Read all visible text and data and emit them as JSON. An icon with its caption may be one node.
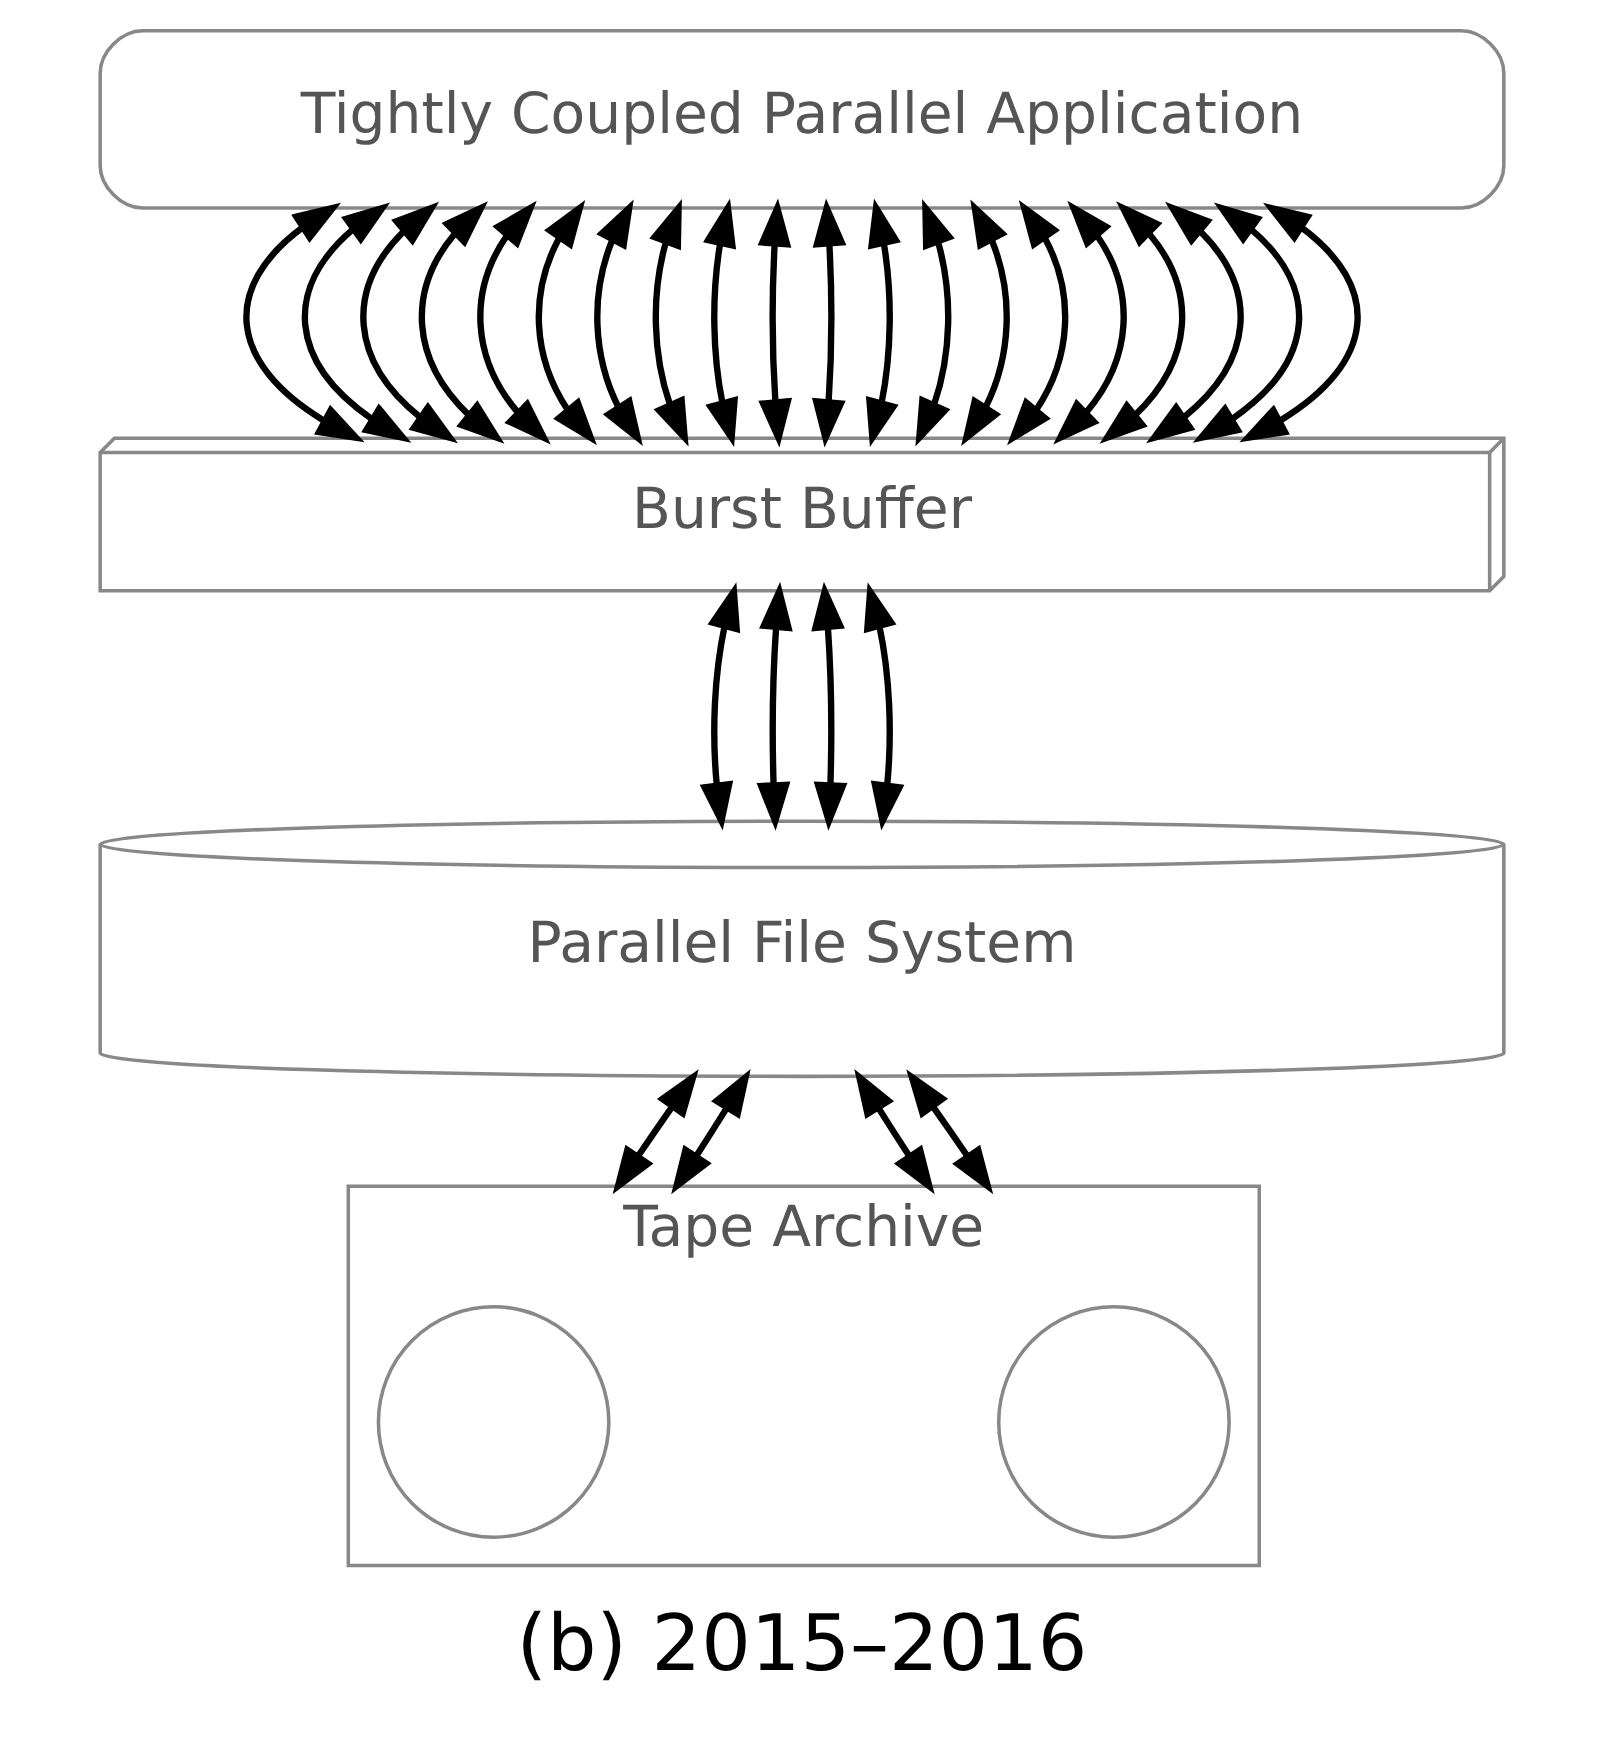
{
  "diagram": {
    "caption": "(b) 2015–2016",
    "nodes": [
      {
        "text": [
          "Tightly Coupled Parallel Application"
        ]
      },
      {
        "text": [
          "Burst Buffer"
        ]
      },
      {
        "text": [
          "Parallel File System"
        ]
      },
      {
        "text": [
          "Tape Archive"
        ]
      },
      {
        "text": [],
        "shape": "circle",
        "in": 3
      },
      {
        "text": [],
        "shape": "circle",
        "in": 3
      }
    ],
    "edges": [
      {
        "from": 0,
        "to": 1,
        "arrow": "both"
      },
      {
        "from": 0,
        "to": 1,
        "arrow": "both"
      },
      {
        "from": 0,
        "to": 1,
        "arrow": "both"
      },
      {
        "from": 0,
        "to": 1,
        "arrow": "both"
      },
      {
        "from": 0,
        "to": 1,
        "arrow": "both"
      },
      {
        "from": 0,
        "to": 1,
        "arrow": "both"
      },
      {
        "from": 0,
        "to": 1,
        "arrow": "both"
      },
      {
        "from": 0,
        "to": 1,
        "arrow": "both"
      },
      {
        "from": 0,
        "to": 1,
        "arrow": "both"
      },
      {
        "from": 0,
        "to": 1,
        "arrow": "both"
      },
      {
        "from": 0,
        "to": 1,
        "arrow": "both"
      },
      {
        "from": 0,
        "to": 1,
        "arrow": "both"
      },
      {
        "from": 0,
        "to": 1,
        "arrow": "both"
      },
      {
        "from": 0,
        "to": 1,
        "arrow": "both"
      },
      {
        "from": 0,
        "to": 1,
        "arrow": "both"
      },
      {
        "from": 0,
        "to": 1,
        "arrow": "both"
      },
      {
        "from": 0,
        "to": 1,
        "arrow": "both"
      },
      {
        "from": 0,
        "to": 1,
        "arrow": "both"
      },
      {
        "from": 0,
        "to": 1,
        "arrow": "both"
      },
      {
        "from": 0,
        "to": 1,
        "arrow": "both"
      },
      {
        "from": 1,
        "to": 2,
        "arrow": "both"
      },
      {
        "from": 1,
        "to": 2,
        "arrow": "both"
      },
      {
        "from": 1,
        "to": 2,
        "arrow": "both"
      },
      {
        "from": 1,
        "to": 2,
        "arrow": "both"
      },
      {
        "from": 2,
        "to": 3,
        "arrow": "both"
      },
      {
        "from": 2,
        "to": 3,
        "arrow": "both"
      },
      {
        "from": 2,
        "to": 3,
        "arrow": "both"
      },
      {
        "from": 2,
        "to": 3,
        "arrow": "both"
      }
    ]
  }
}
